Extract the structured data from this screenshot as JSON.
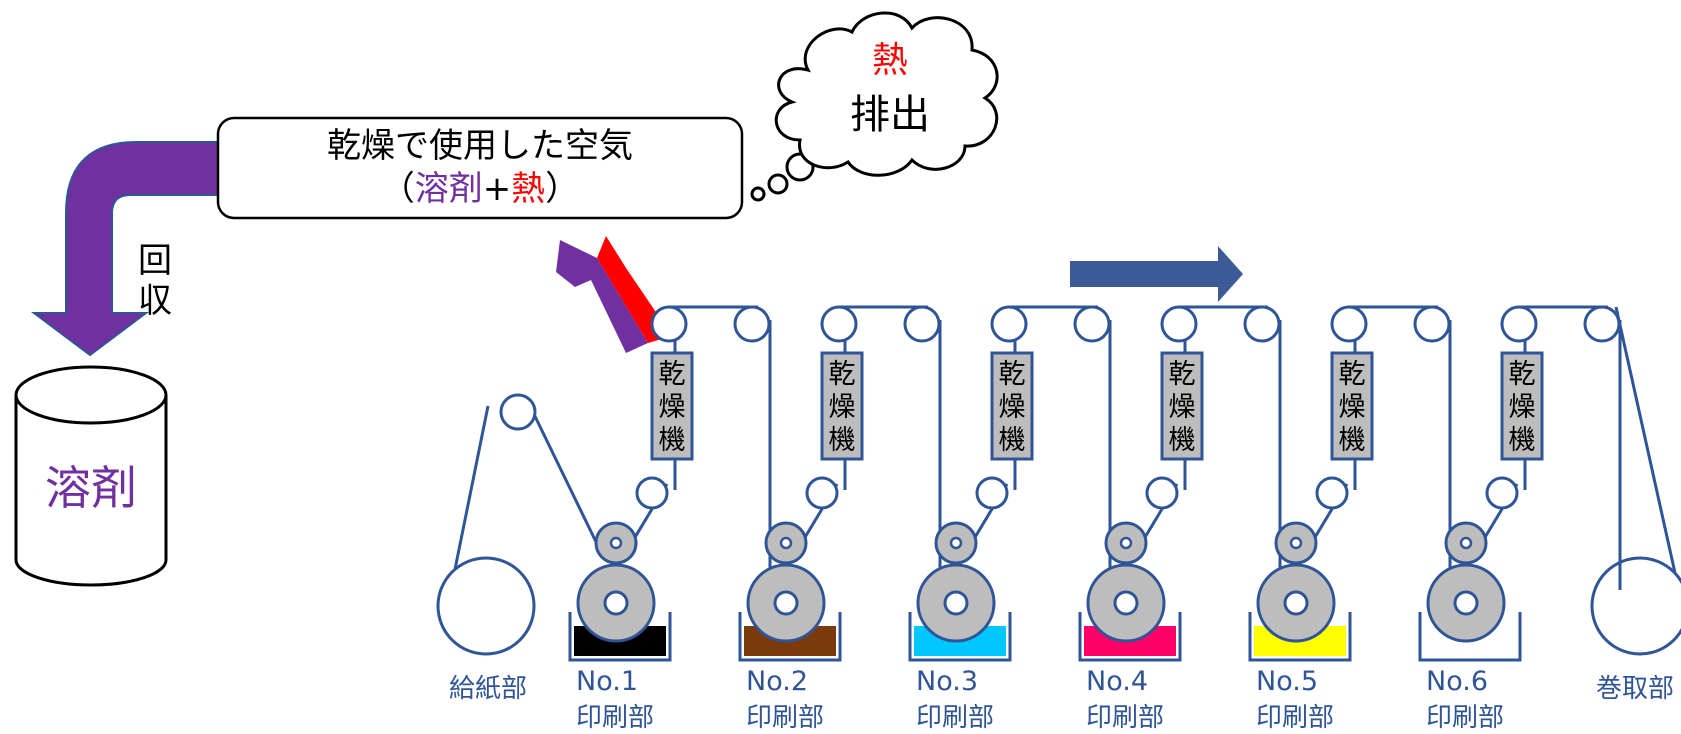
{
  "air_box": {
    "line1": "乾燥で使用した空気",
    "open_paren": "（",
    "solvent_word": "溶剤",
    "plus": "+",
    "heat_word": "熱",
    "close_paren": "）"
  },
  "cloud": {
    "heat": "熱",
    "exhaust": "排出"
  },
  "recovery": {
    "char1": "回",
    "char2": "収"
  },
  "tank": {
    "label": "溶剤"
  },
  "feeder": {
    "label": "給紙部"
  },
  "winder": {
    "label": "巻取部"
  },
  "dryer": {
    "chars": [
      "乾",
      "燥",
      "機"
    ]
  },
  "stations": [
    {
      "number": "No.1",
      "label": "印刷部",
      "ink": "#000000"
    },
    {
      "number": "No.2",
      "label": "印刷部",
      "ink": "#7b3a0c"
    },
    {
      "number": "No.3",
      "label": "印刷部",
      "ink": "#00c8ff"
    },
    {
      "number": "No.4",
      "label": "印刷部",
      "ink": "#ff0066"
    },
    {
      "number": "No.5",
      "label": "印刷部",
      "ink": "#ffff00"
    },
    {
      "number": "No.6",
      "label": "印刷部",
      "ink": "#ffffff"
    }
  ],
  "colors": {
    "line": "#2f5597",
    "roller_fill": "#bdbdbd",
    "solvent": "#7030a0",
    "heat": "#ff0000",
    "flow_arrow": "#3c5a96"
  }
}
